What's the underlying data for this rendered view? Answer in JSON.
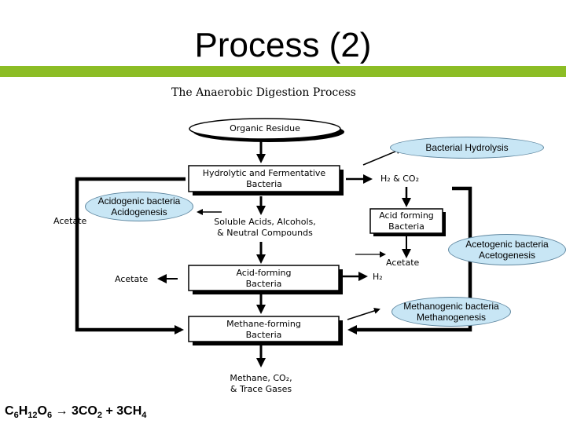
{
  "slide": {
    "title": "Process (2)",
    "accent_color": "#8cbd25"
  },
  "diagram": {
    "title": "The Anaerobic Digestion Process",
    "boxes": {
      "organic_residue": "Organic Residue",
      "hydrolytic_line1": "Hydrolytic and Fermentative",
      "hydrolytic_line2": "Bacteria",
      "acid_forming_line1": "Acid-forming",
      "acid_forming_line2": "Bacteria",
      "acid_forming_small_line1": "Acid forming",
      "acid_forming_small_line2": "Bacteria",
      "methane_forming_line1": "Methane-forming",
      "methane_forming_line2": "Bacteria"
    },
    "labels": {
      "h2_co2": "H₂ & CO₂",
      "soluble_line1": "Soluble Acids, Alcohols,",
      "soluble_line2": "& Neutral Compounds",
      "acetate_left": "Acetate",
      "acetate_mid": "Acetate",
      "acetate_right": "Acetate",
      "h2": "H₂",
      "products_line1": "Methane, CO₂,",
      "products_line2": "& Trace Gases"
    },
    "annotations": {
      "bacterial_hydrolysis": "Bacterial Hydrolysis",
      "acidogenic_line1": "Acidogenic bacteria",
      "acidogenic_line2": "Acidogenesis",
      "acetogenic_line1": "Acetogenic bacteria",
      "acetogenic_line2": "Acetogenesis",
      "methanogenic_line1": "Methanogenic bacteria",
      "methanogenic_line2": "Methanogenesis",
      "bubble_fill": "#c8e6f5"
    }
  },
  "formula": {
    "c": "C",
    "c_sub": "6",
    "h": "H",
    "h_sub": "12",
    "o": "O",
    "o_sub": "6",
    "arrow": " → 3CO",
    "co2_sub": "2",
    "plus": " + 3CH",
    "ch4_sub": "4"
  }
}
